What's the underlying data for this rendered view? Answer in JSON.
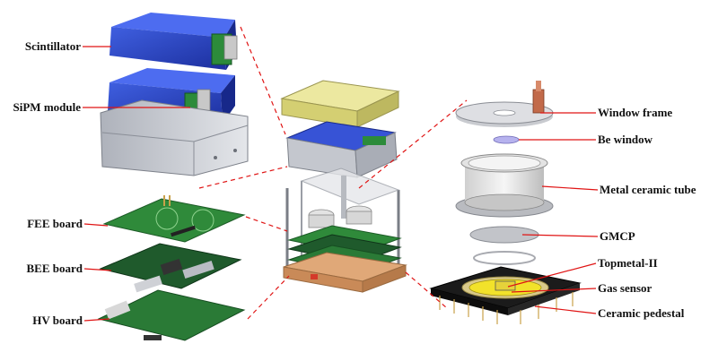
{
  "labels": {
    "scintillator": "Scintillator",
    "sipm_module": "SiPM module",
    "fee_board": "FEE board",
    "bee_board": "BEE board",
    "hv_board": "HV board",
    "window_frame": "Window frame",
    "be_window": "Be window",
    "metal_ceramic_tube": "Metal ceramic tube",
    "gmcp": "GMCP",
    "topmetal_ii": "Topmetal-II",
    "gas_sensor": "Gas sensor",
    "ceramic_pedestal": "Ceramic pedestal"
  },
  "colors": {
    "scintillator_blue": "#2b46c4",
    "lid_yellow": "#e2de8a",
    "pcb_green": "#2f8a3a",
    "bee_green": "#1f5a2c",
    "housing_grey": "#c9ccd3",
    "copper": "#d9a070",
    "leader_red": "#e01414",
    "gas_sensor_yellow": "#f2e22a",
    "be_window_violet": "#b6b2ee"
  }
}
